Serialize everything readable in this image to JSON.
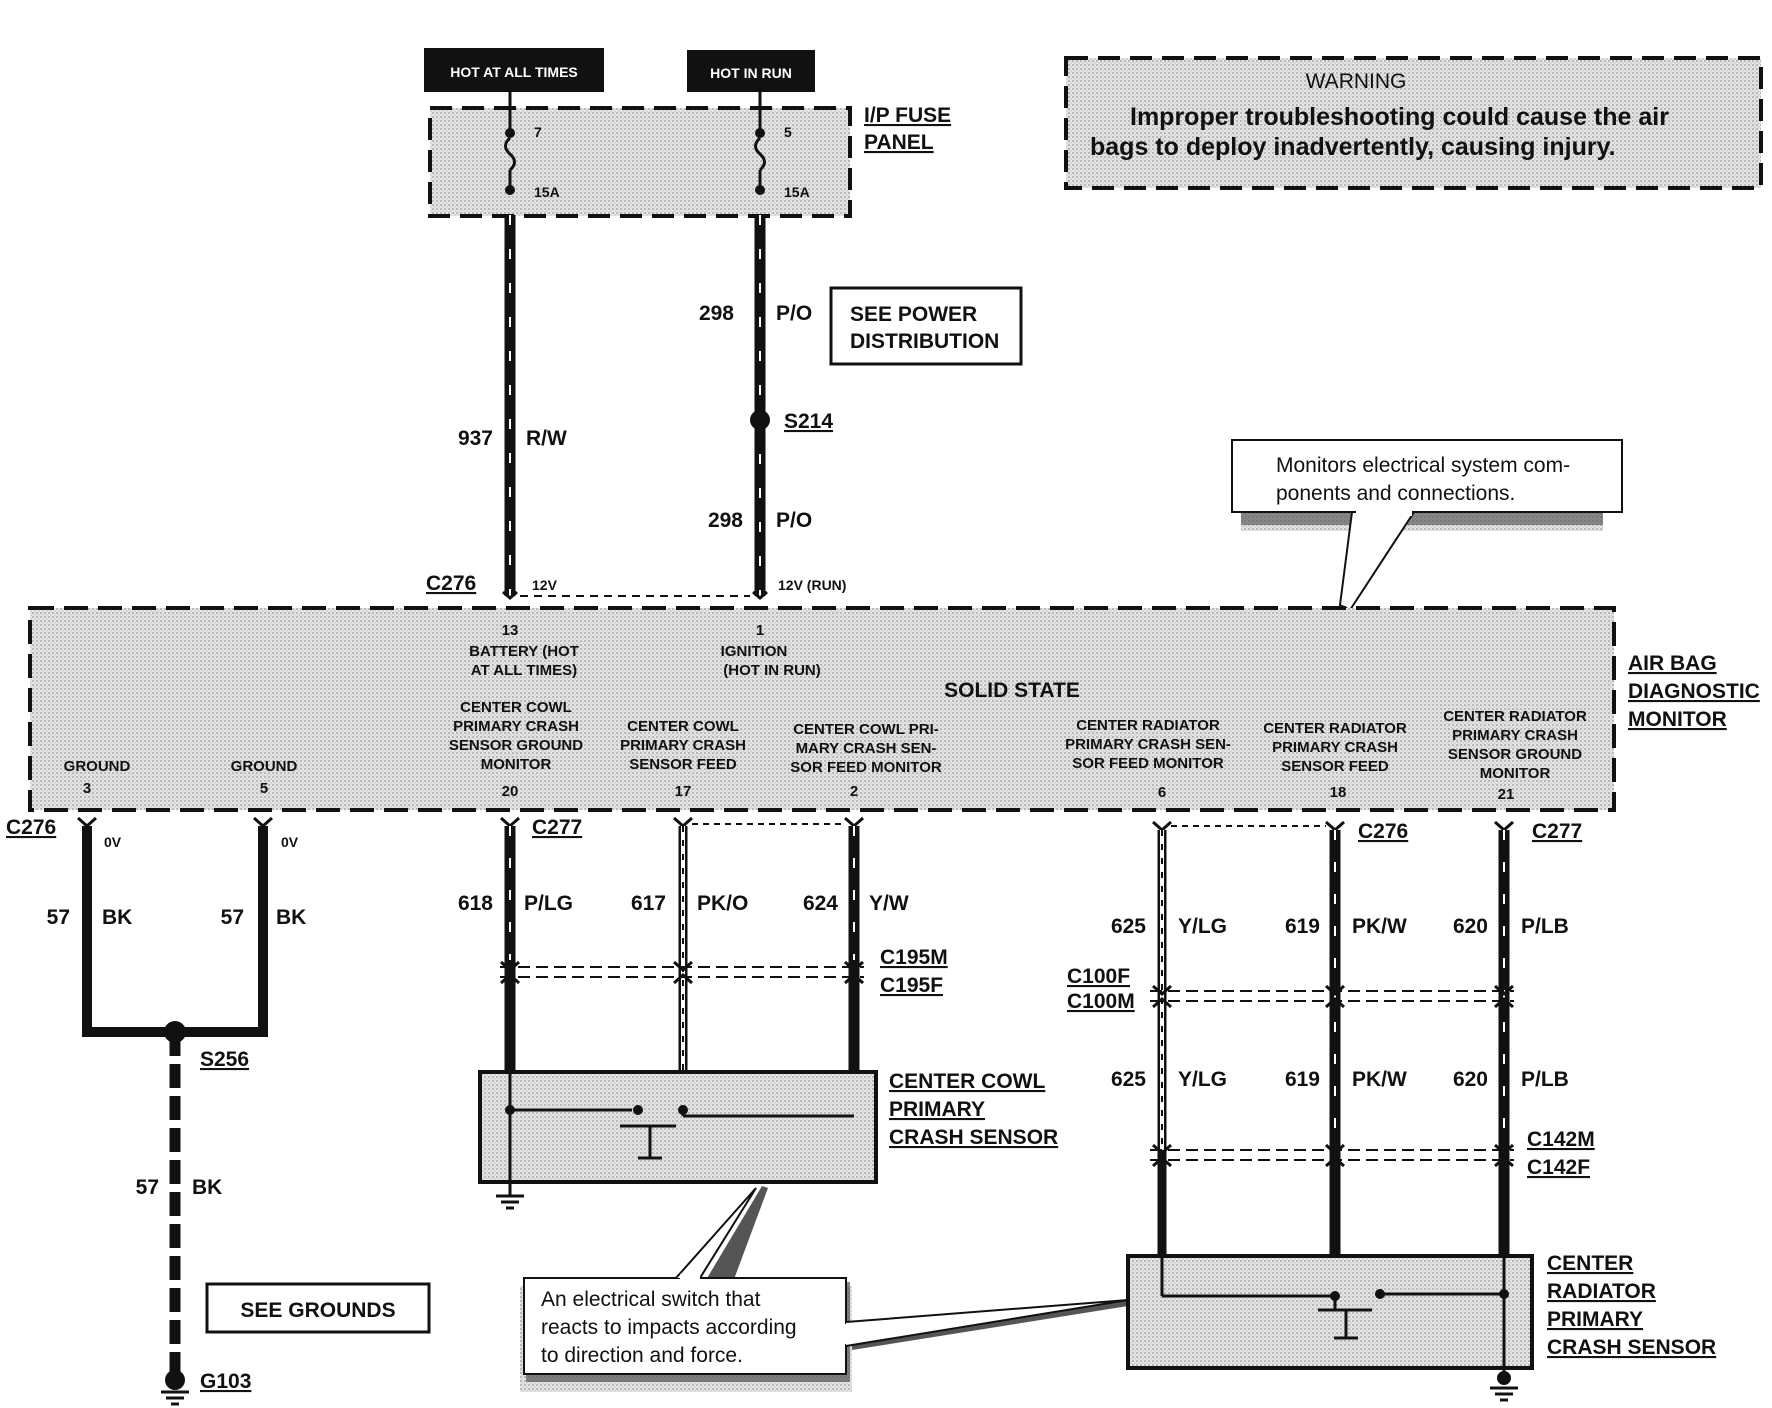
{
  "tags": {
    "hot_at_all_times": "HOT AT ALL TIMES",
    "hot_in_run": "HOT IN RUN"
  },
  "fuse_panel": {
    "label_line1": "I/P FUSE",
    "label_line2": "PANEL",
    "fuse_a_number": "7",
    "fuse_a_rating": "15A",
    "fuse_b_number": "5",
    "fuse_b_rating": "15A"
  },
  "warning": {
    "title": "WARNING",
    "line1": "Improper troubleshooting could cause the air",
    "line2": "bags to deploy inadvertently, causing injury."
  },
  "see_power": {
    "line1": "SEE POWER",
    "line2": "DISTRIBUTION"
  },
  "see_grounds": "SEE GROUNDS",
  "wires": {
    "w937": {
      "circuit": "937",
      "color": "R/W"
    },
    "w298a": {
      "circuit": "298",
      "color": "P/O"
    },
    "w298b": {
      "circuit": "298",
      "color": "P/O"
    },
    "w57a": {
      "circuit": "57",
      "color": "BK"
    },
    "w57b": {
      "circuit": "57",
      "color": "BK"
    },
    "w57c": {
      "circuit": "57",
      "color": "BK"
    },
    "w618": {
      "circuit": "618",
      "color": "P/LG"
    },
    "w617": {
      "circuit": "617",
      "color": "PK/O"
    },
    "w624": {
      "circuit": "624",
      "color": "Y/W"
    },
    "w625a": {
      "circuit": "625",
      "color": "Y/LG"
    },
    "w619a": {
      "circuit": "619",
      "color": "PK/W"
    },
    "w620a": {
      "circuit": "620",
      "color": "P/LB"
    },
    "w625b": {
      "circuit": "625",
      "color": "Y/LG"
    },
    "w619b": {
      "circuit": "619",
      "color": "PK/W"
    },
    "w620b": {
      "circuit": "620",
      "color": "P/LB"
    }
  },
  "splices": {
    "s214": "S214",
    "s256": "S256",
    "g103": "G103"
  },
  "connectors": {
    "c276_top": "C276",
    "c276_left": "C276",
    "c277_a": "C277",
    "c276_right": "C276",
    "c277_b": "C277",
    "c195m": "C195M",
    "c195f": "C195F",
    "c100f": "C100F",
    "c100m": "C100M",
    "c142m": "C142M",
    "c142f": "C142F"
  },
  "voltages": {
    "v12": "12V",
    "v12run": "12V (RUN)",
    "v0a": "0V",
    "v0b": "0V"
  },
  "module": {
    "name_line1": "AIR BAG",
    "name_line2": "DIAGNOSTIC",
    "name_line3": "MONITOR",
    "solid_state": "SOLID STATE",
    "pins": {
      "p13": {
        "num": "13",
        "line1": "BATTERY (HOT",
        "line2": "AT ALL TIMES)"
      },
      "p1": {
        "num": "1",
        "line1": "IGNITION",
        "line2": "(HOT IN RUN)"
      },
      "p3": {
        "num": "3",
        "line1": "GROUND"
      },
      "p5": {
        "num": "5",
        "line1": "GROUND"
      },
      "p20": {
        "num": "20",
        "line1": "CENTER COWL",
        "line2": "PRIMARY CRASH",
        "line3": "SENSOR GROUND",
        "line4": "MONITOR"
      },
      "p17": {
        "num": "17",
        "line1": "CENTER COWL",
        "line2": "PRIMARY CRASH",
        "line3": "SENSOR FEED"
      },
      "p2": {
        "num": "2",
        "line1": "CENTER COWL PRI-",
        "line2": "MARY CRASH SEN-",
        "line3": "SOR FEED MONITOR"
      },
      "p6": {
        "num": "6",
        "line1": "CENTER RADIATOR",
        "line2": "PRIMARY CRASH SEN-",
        "line3": "SOR FEED MONITOR"
      },
      "p18": {
        "num": "18",
        "line1": "CENTER RADIATOR",
        "line2": "PRIMARY CRASH",
        "line3": "SENSOR FEED"
      },
      "p21": {
        "num": "21",
        "line1": "CENTER RADIATOR",
        "line2": "PRIMARY CRASH",
        "line3": "SENSOR  GROUND",
        "line4": "MONITOR"
      }
    }
  },
  "callouts": {
    "monitor_line1": "Monitors electrical system com-",
    "monitor_line2": "ponents and connections.",
    "switch_line1": "An  electrical  switch  that",
    "switch_line2": "reacts to impacts according",
    "switch_line3": "to direction and force."
  },
  "sensors": {
    "cowl_line1": "CENTER COWL",
    "cowl_line2": "PRIMARY",
    "cowl_line3": "CRASH SENSOR",
    "rad_line1": "CENTER",
    "rad_line2": "RADIATOR",
    "rad_line3": "PRIMARY",
    "rad_line4": "CRASH SENSOR"
  }
}
